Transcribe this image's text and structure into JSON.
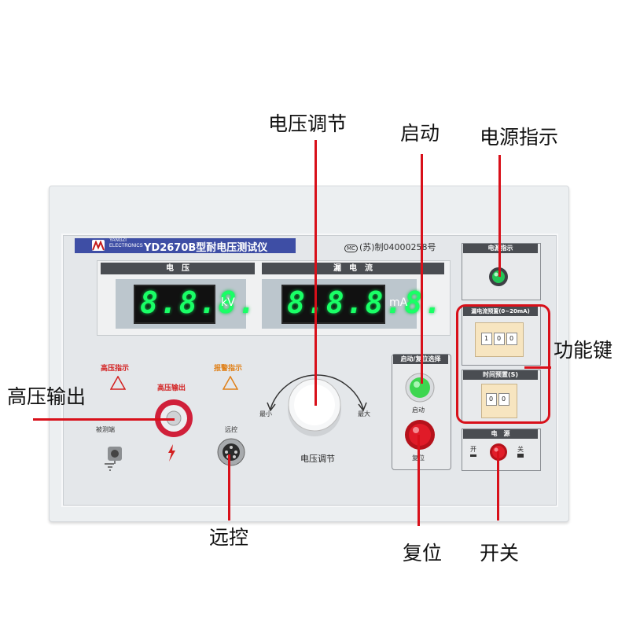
{
  "callouts": {
    "voltage_adjust": "电压调节",
    "start": "启动",
    "power_indicator": "电源指示",
    "function_keys": "功能键",
    "hv_output": "高压输出",
    "remote": "远控",
    "reset": "复位",
    "switch": "开关"
  },
  "device": {
    "brand_line1": "YANGZI",
    "brand_line2": "ELECTRONICS",
    "model_title": "YD2670B型耐电压测试仪",
    "cert_text": "(苏)制04000258号",
    "voltage_meter": {
      "head": "电　压",
      "reading": "8.8.8.",
      "unit": "kV"
    },
    "leak_meter": {
      "head": "漏　电　流",
      "reading": "8.8.8.8.",
      "unit": "mA"
    },
    "hv_indicator_label": "高压指示",
    "alarm_indicator_label": "报警指示",
    "hv_output_label": "高压输出",
    "dut_label": "被测端",
    "remote_label": "远控",
    "knob_label": "电压调节",
    "knob_min": "最小",
    "knob_max": "最大",
    "start_reset_head": "启动/复位选择",
    "start_label": "启动",
    "reset_label": "复位",
    "power_indicator_head": "电源指示",
    "leak_preset_head": "漏电流预置(0~20mA)",
    "time_preset_head": "时间预置(S)",
    "power_head": "电　源",
    "on_label": "开",
    "off_label": "关",
    "leak_dip": [
      "1",
      "0",
      "0"
    ],
    "time_dip": [
      "0",
      "0"
    ]
  },
  "colors": {
    "callout_line": "#d8101a",
    "lcd_green": "#19ff66",
    "brand_blue": "#3e4ea5"
  }
}
